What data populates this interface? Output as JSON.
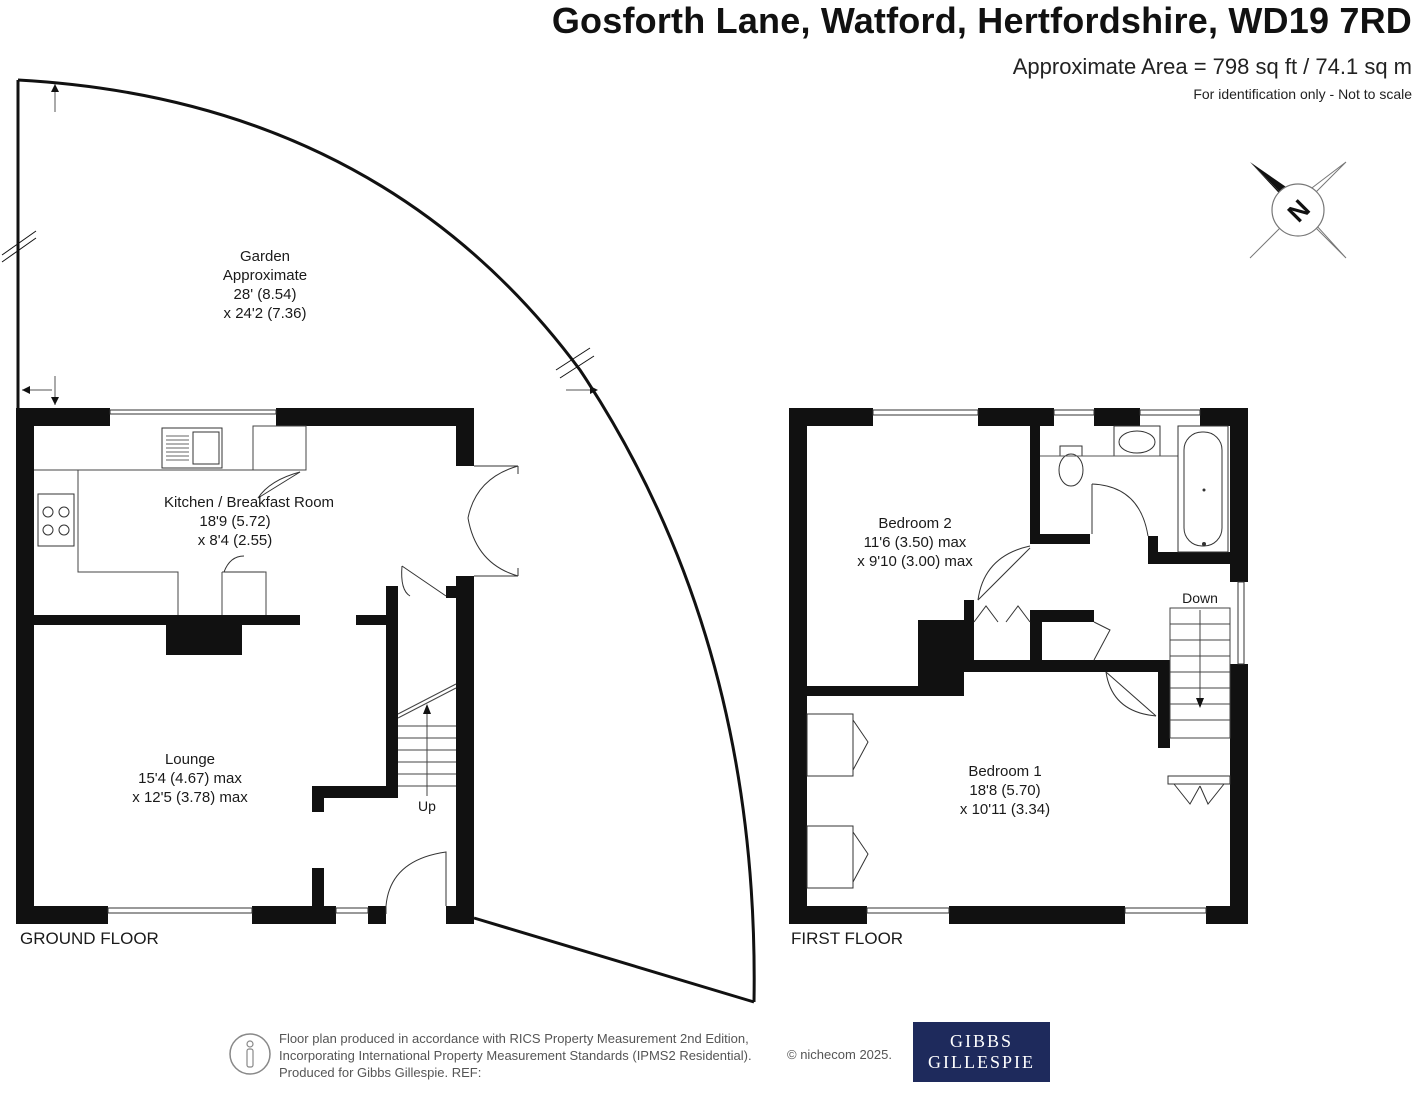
{
  "header": {
    "title": "Gosforth Lane, Watford, Hertfordshire, WD19 7RD",
    "area": "Approximate Area = 798 sq ft / 74.1 sq m",
    "note": "For identification only - Not to scale"
  },
  "compass": {
    "letter": "N"
  },
  "ground_floor": {
    "label": "GROUND FLOOR",
    "garden": {
      "name": "Garden",
      "line2": "Approximate",
      "dim1": "28' (8.54)",
      "dim2": "x 24'2 (7.36)"
    },
    "kitchen": {
      "name": "Kitchen / Breakfast Room",
      "dim1": "18'9 (5.72)",
      "dim2": "x 8'4 (2.55)"
    },
    "lounge": {
      "name": "Lounge",
      "dim1": "15'4 (4.67) max",
      "dim2": "x 12'5 (3.78) max"
    },
    "stairs_label": "Up"
  },
  "first_floor": {
    "label": "FIRST FLOOR",
    "bedroom2": {
      "name": "Bedroom 2",
      "dim1": "11'6 (3.50) max",
      "dim2": "x 9'10 (3.00) max"
    },
    "bedroom1": {
      "name": "Bedroom 1",
      "dim1": "18'8 (5.70)",
      "dim2": "x 10'11 (3.34)"
    },
    "stairs_label": "Down"
  },
  "footer": {
    "line1": "Floor plan produced in accordance with RICS Property Measurement 2nd Edition,",
    "line2": "Incorporating International Property Measurement Standards (IPMS2 Residential).",
    "line3": "Produced for Gibbs Gillespie.   REF:",
    "copyright": "© nichecom 2025.",
    "brand_line1": "GIBBS",
    "brand_line2": "GILLESPIE"
  },
  "colors": {
    "wall": "#111111",
    "brand": "#1e2a5c",
    "line": "#444444"
  }
}
